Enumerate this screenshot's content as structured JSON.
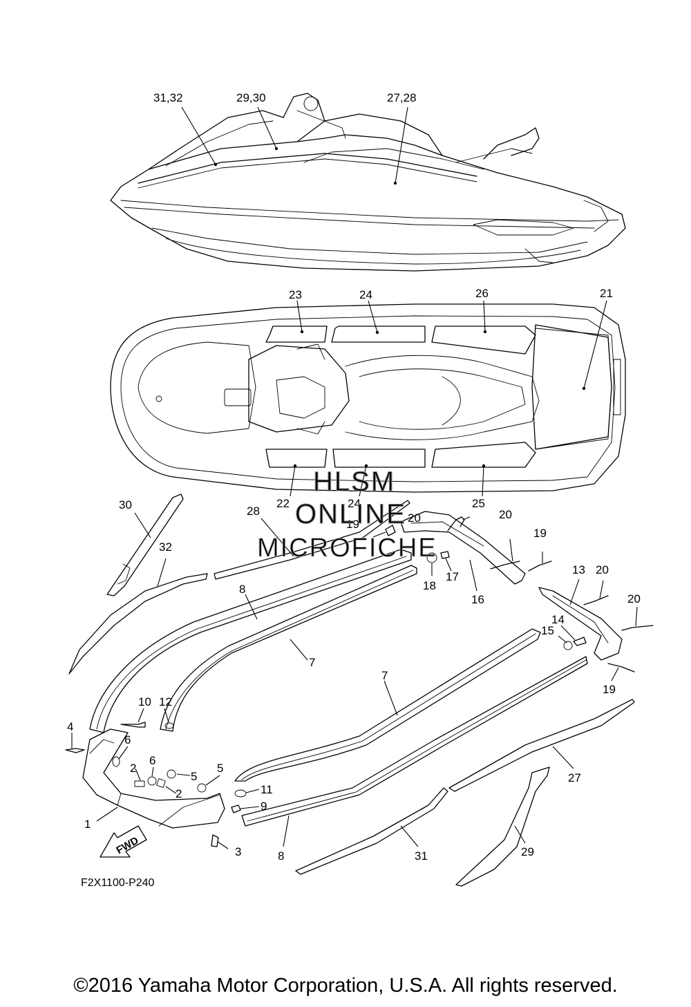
{
  "diagram_code": "F2X1100-P240",
  "fwd_arrow_label": "FWD",
  "copyright": "©2016 Yamaha Motor Corporation, U.S.A. All rights reserved.",
  "watermark": {
    "line1": "HLSM",
    "line2": "ONLINE",
    "line3": "MICROFICHE"
  },
  "callouts": {
    "c31_32": "31,32",
    "c29_30": "29,30",
    "c27_28": "27,28",
    "c23": "23",
    "c24_top": "24",
    "c26": "26",
    "c21": "21",
    "c22": "22",
    "c24_bottom": "24",
    "c25": "25",
    "c30": "30",
    "c28": "28",
    "c32": "32",
    "c20_a": "20",
    "c19_a": "19",
    "c20_b": "20",
    "c19_b": "19",
    "c18": "18",
    "c17": "17",
    "c16": "16",
    "c13": "13",
    "c20_c": "20",
    "c20_d": "20",
    "c14": "14",
    "c15": "15",
    "c19_c": "19",
    "c8_top": "8",
    "c7_top": "7",
    "c7_mid": "7",
    "c10": "10",
    "c12": "12",
    "c4": "4",
    "c6_a": "6",
    "c6_b": "6",
    "c2_a": "2",
    "c2_b": "2",
    "c5_a": "5",
    "c5_b": "5",
    "c1": "1",
    "c11": "11",
    "c9": "9",
    "c3": "3",
    "c8_bottom": "8",
    "c27": "27",
    "c31": "31",
    "c29": "29"
  }
}
